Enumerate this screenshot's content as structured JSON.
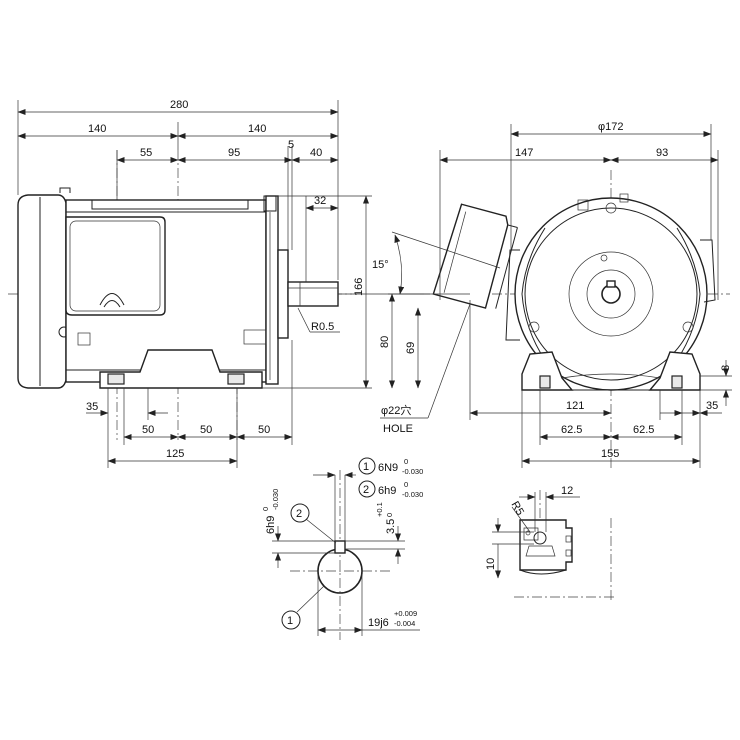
{
  "dimensions": {
    "overall_length": "280",
    "half_left": "140",
    "half_right": "140",
    "d55": "55",
    "d95": "95",
    "d5": "5",
    "d40": "40",
    "d32": "32",
    "height_166": "166",
    "shaft_height_80": "80",
    "d69": "69",
    "fillet_r": "R0.5",
    "d35_left": "35",
    "foot_50a": "50",
    "foot_50b": "50",
    "foot_50c": "50",
    "foot_125": "125",
    "dia_172": "φ172",
    "d147": "147",
    "d93": "93",
    "angle_15": "15°",
    "hole_dia": "φ22穴",
    "hole_label": "HOLE",
    "d121": "121",
    "d62_5a": "62.5",
    "d62_5b": "62.5",
    "d35_right": "35",
    "d155": "155",
    "d8": "8",
    "d12": "12",
    "d10": "10",
    "r5": "R5"
  },
  "key_detail": {
    "callout_1_num": "1",
    "callout_1_main": "6N9",
    "callout_1_up": "0",
    "callout_1_low": "-0.030",
    "callout_2_num": "2",
    "callout_2_main": "6h9",
    "callout_2_up": "0",
    "callout_2_low": "-0.030",
    "key_width_main": "6h9",
    "key_width_up": "0",
    "key_width_low": "-0.030",
    "key_depth_main": "3.5",
    "key_depth_up": "+0.1",
    "key_depth_low": "0",
    "shaft_main": "19j6",
    "shaft_up": "+0.009",
    "shaft_low": "-0.004",
    "balloon_1": "1",
    "balloon_2": "2"
  }
}
